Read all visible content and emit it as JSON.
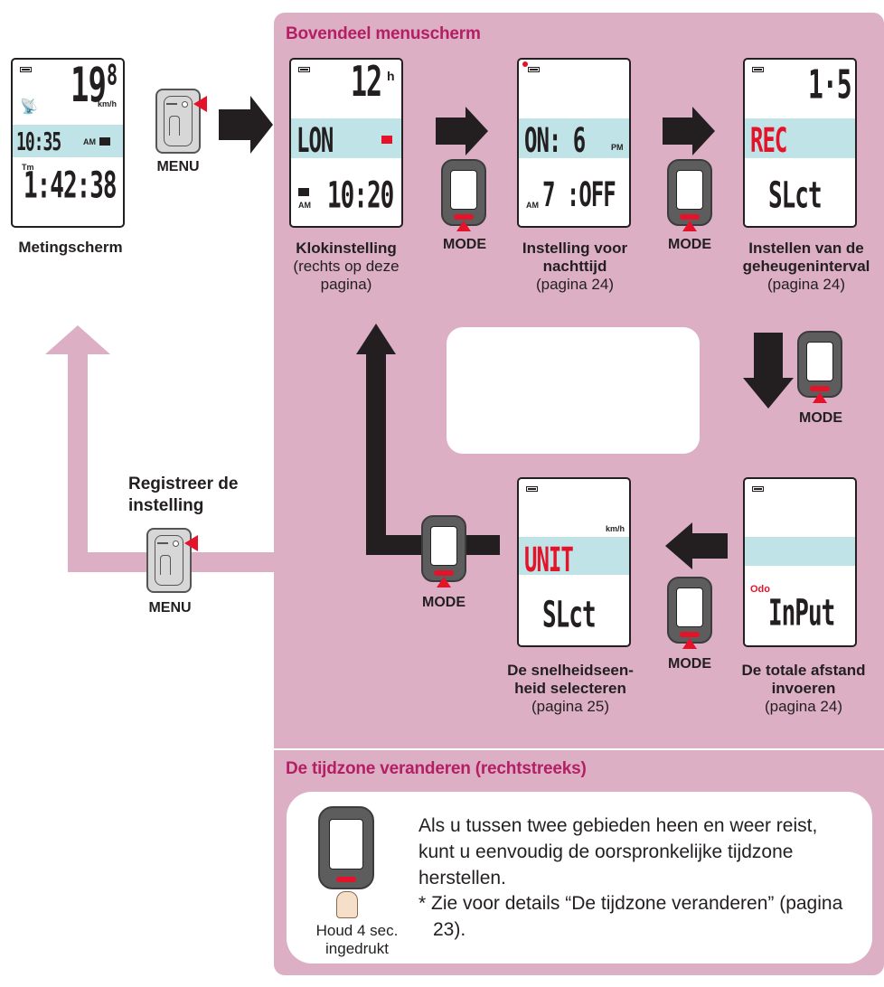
{
  "sections": {
    "menu_title": "Bovendeel menuscherm",
    "timezone_title": "De tijdzone veranderen (rechtstreeks)"
  },
  "button_labels": {
    "menu": "MENU",
    "mode": "MODE"
  },
  "screens": {
    "measurement": {
      "speed": "19",
      "speed_decimal": "8",
      "unit": "km/h",
      "clock": "10:35",
      "am": "AM",
      "tm": "Tm",
      "time": "1:42:38",
      "caption": "Metingscherm"
    },
    "clock_setting": {
      "top": "12",
      "top_suffix": "h",
      "middle": "LON",
      "am": "AM",
      "bottom": "10:20",
      "caption_bold": "Klokinstelling",
      "caption_ref": "(rechts op deze pagina)"
    },
    "night_mode": {
      "middle": "ON: 6",
      "pm": "PM",
      "am": "AM",
      "bottom": "7 :OFF",
      "caption_bold": "Instelling voor nachttijd",
      "caption_ref": "(pagina 24)"
    },
    "memory_interval": {
      "top": "1·5",
      "middle": "REC",
      "bottom": "SLct",
      "caption_bold": "Instellen van de geheugeninterval",
      "caption_ref": "(pagina 24)"
    },
    "odometer": {
      "odo": "Odo",
      "bottom": "InPut",
      "caption_bold": "De totale afstand invoeren",
      "caption_ref": "(pagina 24)"
    },
    "speed_unit": {
      "unit": "km/h",
      "middle": "UNIT",
      "bottom": "SLct",
      "caption_bold": "De snelheidseen- heid selecteren",
      "caption_ref": "(pagina 25)"
    }
  },
  "register": {
    "label": "Registreer de instelling"
  },
  "timezone": {
    "hold": "Houd 4 sec. ingedrukt",
    "text": "Als u tussen twee gebieden heen en weer reist, kunt u eenvoudig de oorspronkelijke tijdzone herstellen.",
    "note": "* Zie voor details “De tijdzone veranderen” (pagina 23)."
  },
  "colors": {
    "panel": "#dcafc4",
    "title": "#b41e64",
    "lcd_band": "#bfe3e6",
    "button_red": "#e5132a",
    "return_arrow": "#dcafc4"
  }
}
